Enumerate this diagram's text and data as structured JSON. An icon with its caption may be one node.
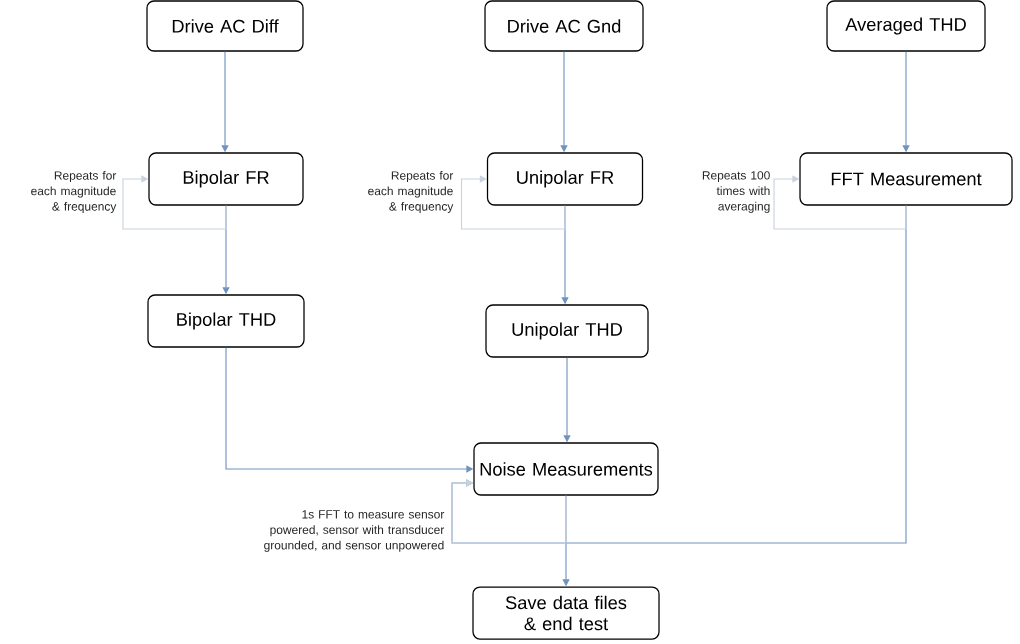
{
  "diagram": {
    "nodes": [
      {
        "text": [
          "Drive AC Diff"
        ]
      },
      {
        "text": [
          "Drive AC Gnd"
        ]
      },
      {
        "text": [
          "Averaged THD"
        ]
      },
      {
        "text": [
          "Bipolar FR"
        ]
      },
      {
        "text": [
          "Unipolar FR"
        ]
      },
      {
        "text": [
          "FFT Measurement"
        ]
      },
      {
        "text": [
          "Bipolar THD"
        ]
      },
      {
        "text": [
          "Unipolar THD"
        ]
      },
      {
        "text": [
          "Noise Measurements"
        ]
      },
      {
        "text": [
          "Save data files & end test"
        ]
      }
    ],
    "edges": [
      {
        "from": 0,
        "to": 3,
        "arrow": "to"
      },
      {
        "from": 1,
        "to": 4,
        "arrow": "to"
      },
      {
        "from": 2,
        "to": 5,
        "arrow": "to"
      },
      {
        "from": 3,
        "to": 3,
        "arrow": "to",
        "label": "Repeats for each magnitude & frequency",
        "color": "#c9d3e0"
      },
      {
        "from": 4,
        "to": 4,
        "arrow": "to",
        "label": "Repeats for each magnitude & frequency",
        "color": "#c9d3e0"
      },
      {
        "from": 5,
        "to": 5,
        "arrow": "to",
        "label": "Repeats 100 times with averaging",
        "color": "#c9d3e0"
      },
      {
        "from": 3,
        "to": 6,
        "arrow": "to"
      },
      {
        "from": 4,
        "to": 7,
        "arrow": "to"
      },
      {
        "from": 6,
        "to": 8,
        "arrow": "to"
      },
      {
        "from": 7,
        "to": 8,
        "arrow": "to"
      },
      {
        "from": 5,
        "to": 8,
        "arrow": "to"
      },
      {
        "from": 8,
        "to": 8,
        "arrow": "to",
        "label": "1s FFT to measure sensor powered, sensor with transducer grounded, and sensor unpowered",
        "color": "#c9d3e0"
      },
      {
        "from": 8,
        "to": 9,
        "arrow": "to"
      }
    ]
  }
}
